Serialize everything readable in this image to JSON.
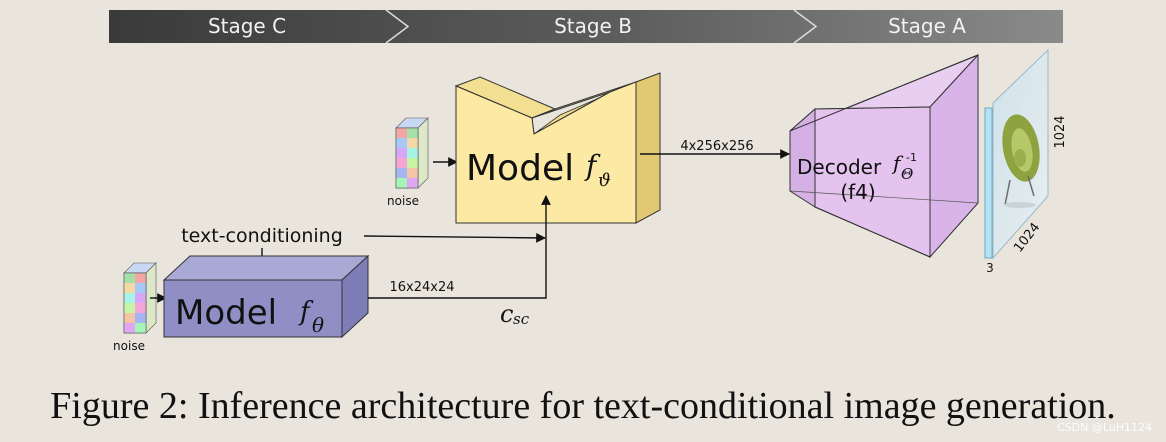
{
  "stages": [
    "Stage C",
    "Stage B",
    "Stage A"
  ],
  "stage_c": {
    "model_label": "Model",
    "model_symbol": "f",
    "model_subscript": "θ",
    "noise_label": "noise",
    "output_dims": "16x24x24",
    "output_symbol": "c",
    "output_subscript": "sc"
  },
  "stage_b": {
    "model_label": "Model",
    "model_symbol": "f",
    "model_subscript": "ϑ",
    "noise_label": "noise",
    "output_dims": "4x256x256"
  },
  "stage_a": {
    "decoder_label": "Decoder",
    "decoder_symbol": "f",
    "decoder_subscript": "Θ",
    "decoder_superscript": "-1",
    "decoder_detail": "(f4)",
    "image_height": "1024",
    "image_width": "1024",
    "image_channels": "3"
  },
  "text_conditioning": "text-conditioning",
  "caption": "Figure 2: Inference architecture for text-conditional image generation.",
  "watermark": "CSDN @LuH1124",
  "colors": {
    "stage_c_box": "#8f8fc6",
    "stage_b_box": "#fbe9a4",
    "stage_a_box": "#e4c3ee",
    "stage_bar_dark": "#3c3c3c",
    "stage_bar_light": "#7a7a7a"
  }
}
